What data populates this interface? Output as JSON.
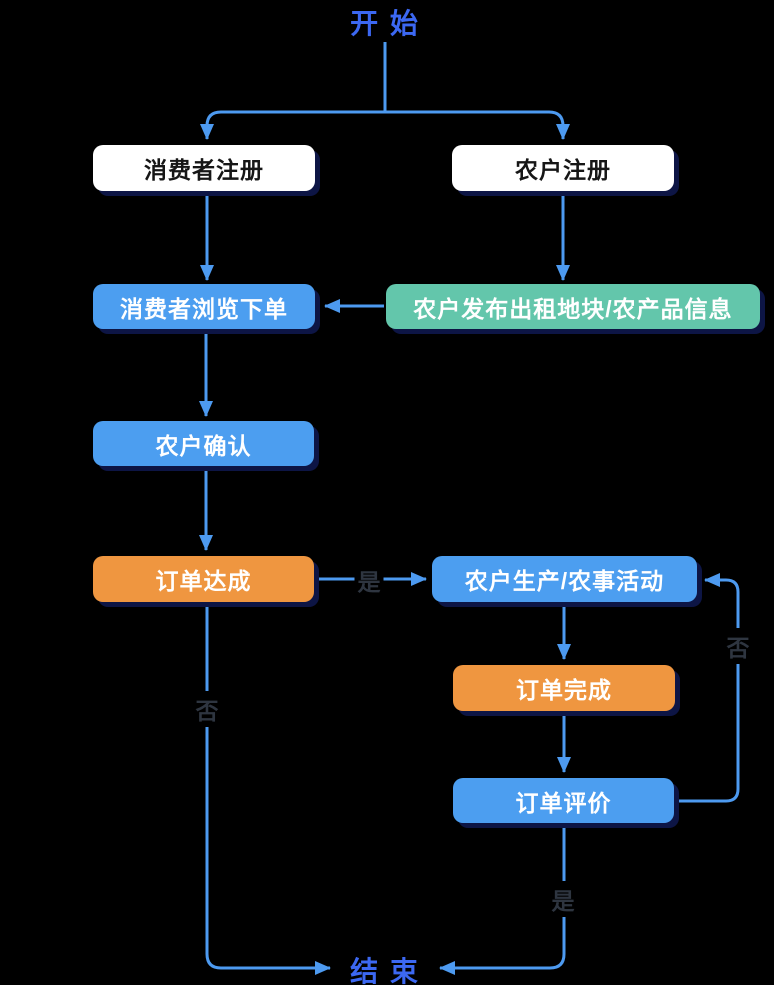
{
  "diagram": {
    "type": "flowchart",
    "start_label": "开 始",
    "end_label": "结 束",
    "nodes": {
      "consumer_register": {
        "label": "消费者注册"
      },
      "farmer_register": {
        "label": "农户注册"
      },
      "consumer_browse_order": {
        "label": "消费者浏览下单"
      },
      "farmer_publish_info": {
        "label": "农户发布出租地块/农产品信息"
      },
      "farmer_confirm": {
        "label": "农户确认"
      },
      "order_reached": {
        "label": "订单达成"
      },
      "farmer_production": {
        "label": "农户生产/农事活动"
      },
      "order_complete": {
        "label": "订单完成"
      },
      "order_review": {
        "label": "订单评价"
      }
    },
    "edge_labels": {
      "order_reached_yes": "是",
      "order_reached_no": "否",
      "order_review_no": "否",
      "order_review_yes": "是"
    },
    "colors": {
      "background": "#000000",
      "line": "#4d9af0",
      "title_text": "#3c68f2",
      "box_blue": "#4c9ef0",
      "box_orange": "#ef9640",
      "box_teal": "#63c6ab",
      "box_white": "#ffffff",
      "box_text_dark": "#161616",
      "box_text_light": "#ffffff",
      "shadow": "#0d1545",
      "edge_label_text": "#2e3540"
    }
  }
}
